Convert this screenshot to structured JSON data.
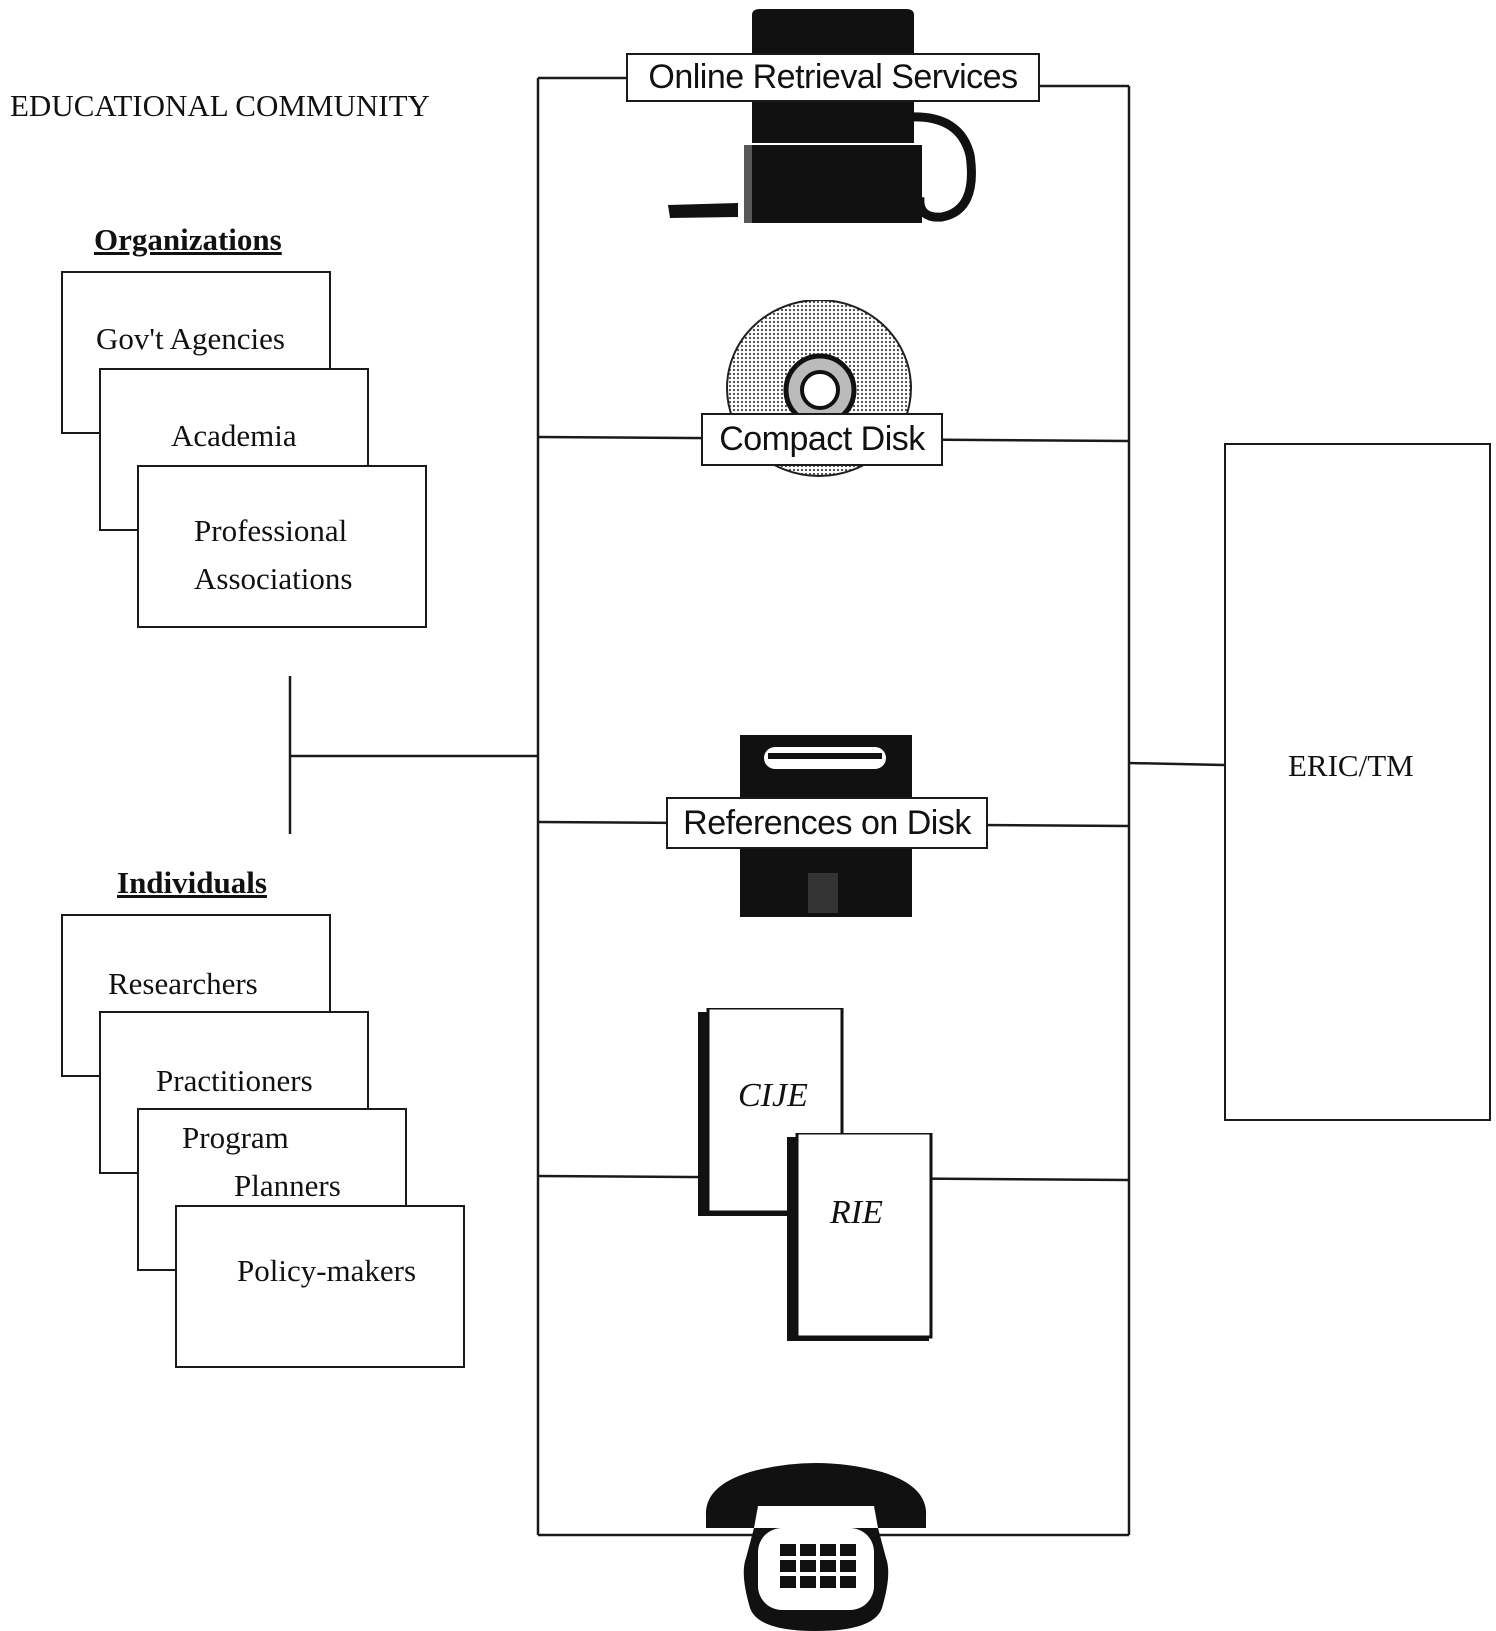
{
  "diagram": {
    "title": "EDUCATIONAL COMMUNITY",
    "organizations": {
      "heading": "Organizations",
      "cards": [
        "Gov't Agencies",
        "Academia",
        "Professional",
        "Associations"
      ]
    },
    "individuals": {
      "heading": "Individuals",
      "cards": [
        "Researchers",
        "Practitioners",
        "Program",
        "Planners",
        "Policy-makers"
      ]
    },
    "media": {
      "online": "Online Retrieval Services",
      "compact_disk": "Compact Disk",
      "references": "References on Disk",
      "book_cije": "CIJE",
      "book_rie": "RIE"
    },
    "clearinghouse": "ERIC/TM",
    "icons": [
      "computer-terminal-icon",
      "compact-disc-icon",
      "floppy-disk-icon",
      "book-icon",
      "telephone-icon"
    ]
  }
}
